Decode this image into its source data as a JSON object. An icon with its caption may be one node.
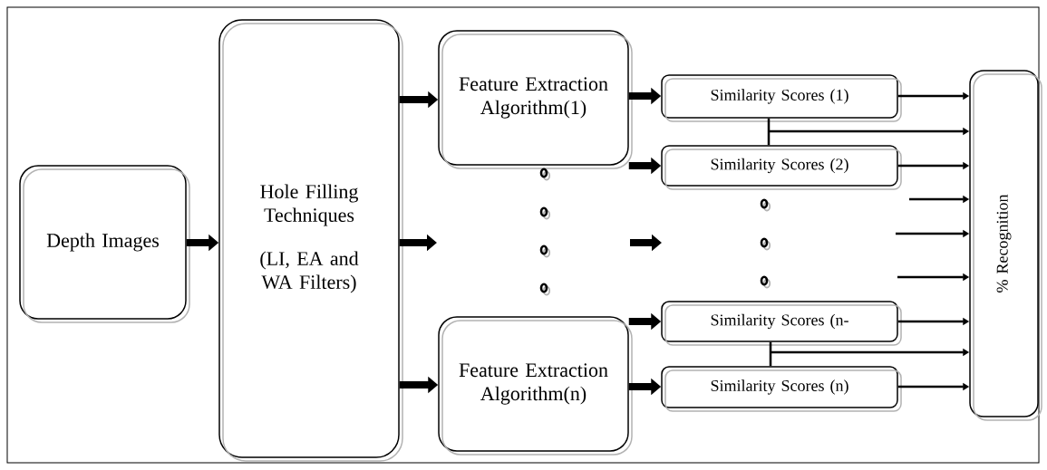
{
  "diagram": {
    "nodes": [
      {
        "text": [
          "Depth Images"
        ]
      },
      {
        "text": [
          "Hole Filling Techniques",
          "(LI, EA and WA Filters)"
        ]
      },
      {
        "text": [
          "Feature Extraction Algorithm(1)"
        ]
      },
      {
        "text": [
          "Feature Extraction Algorithm(n)"
        ]
      },
      {
        "text": [
          "Similarity Scores (1)"
        ]
      },
      {
        "text": [
          "Similarity Scores (2)"
        ]
      },
      {
        "text": [
          "Similarity Scores (n-"
        ]
      },
      {
        "text": [
          "Similarity Scores (n)"
        ]
      },
      {
        "text": [
          "% Recognition"
        ]
      }
    ],
    "edges": [
      {
        "from": 0,
        "to": 1,
        "arrow": "to",
        "style": "thick"
      },
      {
        "from": 1,
        "to": 2,
        "arrow": "to",
        "style": "thick"
      },
      {
        "from": 1,
        "to": null,
        "arrow": "to",
        "style": "thick"
      },
      {
        "from": 1,
        "to": 3,
        "arrow": "to",
        "style": "thick"
      },
      {
        "from": 2,
        "to": 4,
        "arrow": "to",
        "style": "thick"
      },
      {
        "from": 2,
        "to": 5,
        "arrow": "to",
        "style": "thick"
      },
      {
        "from": 3,
        "to": 6,
        "arrow": "to",
        "style": "thick"
      },
      {
        "from": 3,
        "to": 7,
        "arrow": "to",
        "style": "thick"
      },
      {
        "from": 4,
        "to": 8,
        "arrow": "to"
      },
      {
        "from": 4,
        "to": 8,
        "arrow": "to"
      },
      {
        "from": 5,
        "to": 8,
        "arrow": "to"
      },
      {
        "from": 5,
        "to": 8,
        "arrow": "to"
      },
      {
        "from": null,
        "to": 8,
        "arrow": "to"
      },
      {
        "from": null,
        "to": 8,
        "arrow": "to"
      },
      {
        "from": null,
        "to": 8,
        "arrow": "to"
      },
      {
        "from": 6,
        "to": 8,
        "arrow": "to"
      },
      {
        "from": 6,
        "to": 8,
        "arrow": "to"
      },
      {
        "from": 7,
        "to": 8,
        "arrow": "to"
      },
      {
        "from": 7,
        "to": 8,
        "arrow": "to"
      }
    ]
  }
}
